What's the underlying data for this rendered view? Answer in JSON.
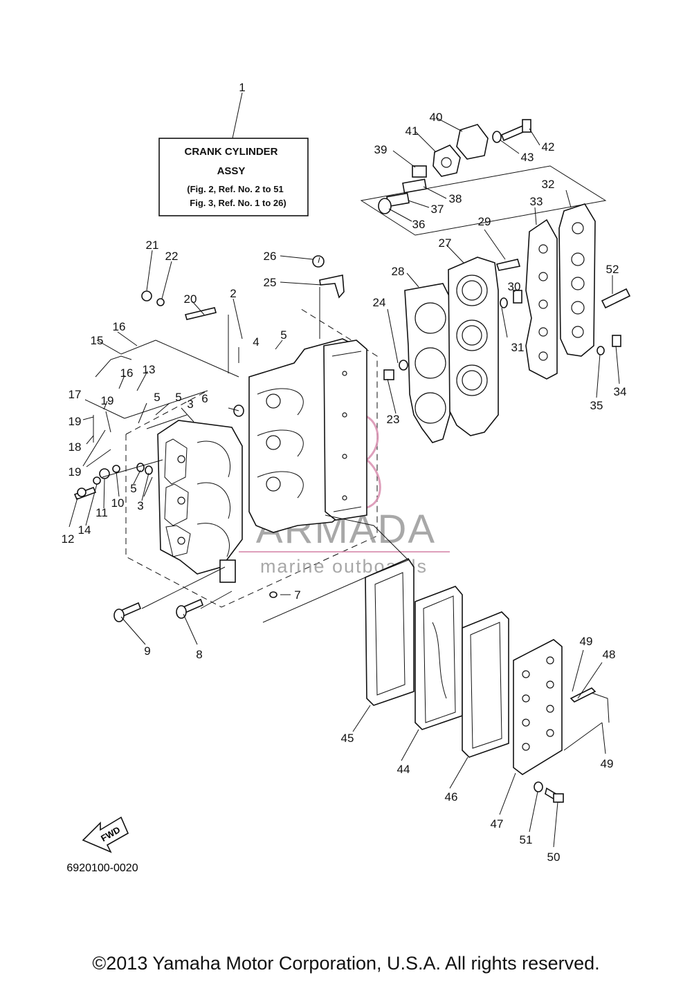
{
  "assy_box": {
    "title_line1": "CRANK  CYLINDER",
    "title_line2": "ASSY",
    "ref_line1": "(Fig. 2, Ref. No. 2 to 51",
    "ref_line2": "Fig. 3, Ref. No. 1 to 26)"
  },
  "watermark": {
    "brand": "ARMADA",
    "tagline": "marine outboards",
    "color": "#d98fb0"
  },
  "fwd_label": "FWD",
  "diagram_code": "6920100-0020",
  "copyright": "©2013 Yamaha Motor Corporation, U.S.A. All rights reserved.",
  "callouts": [
    {
      "id": "c1",
      "text": "1"
    },
    {
      "id": "c2",
      "text": "2"
    },
    {
      "id": "c3a",
      "text": "3"
    },
    {
      "id": "c3b",
      "text": "3"
    },
    {
      "id": "c4",
      "text": "4"
    },
    {
      "id": "c5a",
      "text": "5"
    },
    {
      "id": "c5b",
      "text": "5"
    },
    {
      "id": "c5c",
      "text": "5"
    },
    {
      "id": "c5d",
      "text": "5"
    },
    {
      "id": "c6",
      "text": "6"
    },
    {
      "id": "c7",
      "text": "7"
    },
    {
      "id": "c8",
      "text": "8"
    },
    {
      "id": "c9",
      "text": "9"
    },
    {
      "id": "c10",
      "text": "10"
    },
    {
      "id": "c11",
      "text": "11"
    },
    {
      "id": "c12",
      "text": "12"
    },
    {
      "id": "c13",
      "text": "13"
    },
    {
      "id": "c14",
      "text": "14"
    },
    {
      "id": "c15",
      "text": "15"
    },
    {
      "id": "c16a",
      "text": "16"
    },
    {
      "id": "c16b",
      "text": "16"
    },
    {
      "id": "c17",
      "text": "17"
    },
    {
      "id": "c18",
      "text": "18"
    },
    {
      "id": "c19a",
      "text": "19"
    },
    {
      "id": "c19b",
      "text": "19"
    },
    {
      "id": "c19c",
      "text": "19"
    },
    {
      "id": "c20",
      "text": "20"
    },
    {
      "id": "c21",
      "text": "21"
    },
    {
      "id": "c22",
      "text": "22"
    },
    {
      "id": "c23",
      "text": "23"
    },
    {
      "id": "c24",
      "text": "24"
    },
    {
      "id": "c25",
      "text": "25"
    },
    {
      "id": "c26",
      "text": "26"
    },
    {
      "id": "c27",
      "text": "27"
    },
    {
      "id": "c28",
      "text": "28"
    },
    {
      "id": "c29",
      "text": "29"
    },
    {
      "id": "c30",
      "text": "30"
    },
    {
      "id": "c31",
      "text": "31"
    },
    {
      "id": "c32",
      "text": "32"
    },
    {
      "id": "c33",
      "text": "33"
    },
    {
      "id": "c34",
      "text": "34"
    },
    {
      "id": "c35",
      "text": "35"
    },
    {
      "id": "c36",
      "text": "36"
    },
    {
      "id": "c37",
      "text": "37"
    },
    {
      "id": "c38",
      "text": "38"
    },
    {
      "id": "c39",
      "text": "39"
    },
    {
      "id": "c40",
      "text": "40"
    },
    {
      "id": "c41",
      "text": "41"
    },
    {
      "id": "c42",
      "text": "42"
    },
    {
      "id": "c43",
      "text": "43"
    },
    {
      "id": "c44",
      "text": "44"
    },
    {
      "id": "c45",
      "text": "45"
    },
    {
      "id": "c46",
      "text": "46"
    },
    {
      "id": "c47",
      "text": "47"
    },
    {
      "id": "c48",
      "text": "48"
    },
    {
      "id": "c49a",
      "text": "49"
    },
    {
      "id": "c49b",
      "text": "49"
    },
    {
      "id": "c50",
      "text": "50"
    },
    {
      "id": "c51",
      "text": "51"
    },
    {
      "id": "c52",
      "text": "52"
    }
  ]
}
